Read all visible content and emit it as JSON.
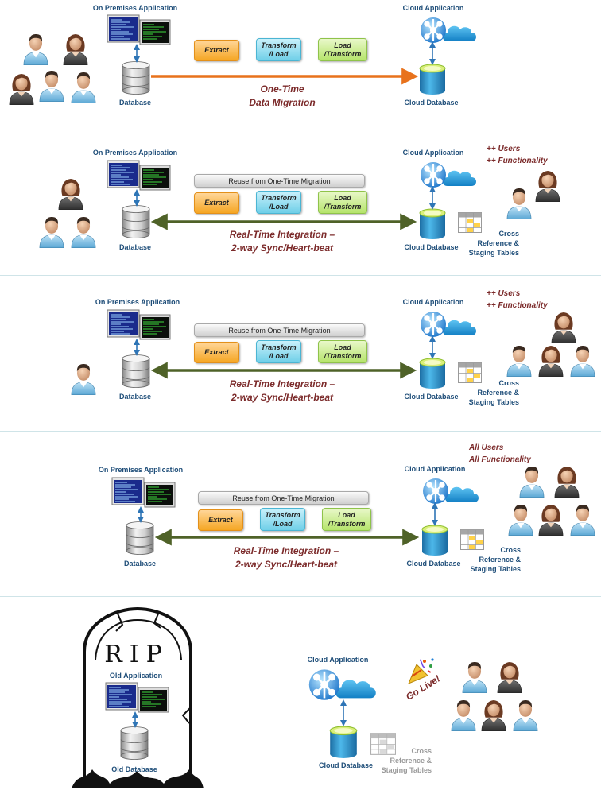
{
  "common": {
    "on_prem_app": "On Premises Application",
    "database": "Database",
    "cloud_app": "Cloud Application",
    "cloud_db": "Cloud Database",
    "extract": "Extract",
    "transform_1": "Transform",
    "transform_2": "/Load",
    "load_1": "Load",
    "load_2": "/Transform",
    "reuse": "Reuse from One-Time Migration",
    "xref_1": "Cross",
    "xref_2": "Reference &",
    "xref_3": "Staging Tables"
  },
  "stage1": {
    "caption_1": "One-Time",
    "caption_2": "Data Migration"
  },
  "stage2": {
    "caption_1": "Real-Time Integration –",
    "caption_2": "2-way Sync/Heart-beat",
    "note_1": "++ Users",
    "note_2": "++ Functionality"
  },
  "stage3": {
    "caption_1": "Real-Time Integration –",
    "caption_2": "2-way Sync/Heart-beat",
    "note_1": "++ Users",
    "note_2": "++ Functionality"
  },
  "stage4": {
    "caption_1": "Real-Time Integration –",
    "caption_2": "2-way Sync/Heart-beat",
    "note_1": "All Users",
    "note_2": "All Functionality"
  },
  "stage5": {
    "tombstone": "RIP",
    "old_app": "Old Application",
    "old_db": "Old Database",
    "go_live": "Go Live!"
  },
  "colors": {
    "label_blue": "#1f4e79",
    "caption_red": "#7b2a2a",
    "migration_arrow": "#e8721c",
    "sync_arrow": "#4f6228",
    "connector_blue": "#2e75b6"
  },
  "icons": [
    "user-male-icon",
    "user-female-icon",
    "application-screens-icon",
    "database-cylinder-icon",
    "cloud-application-icon",
    "cloud-database-icon",
    "table-grid-icon",
    "party-popper-icon",
    "tombstone-icon"
  ]
}
